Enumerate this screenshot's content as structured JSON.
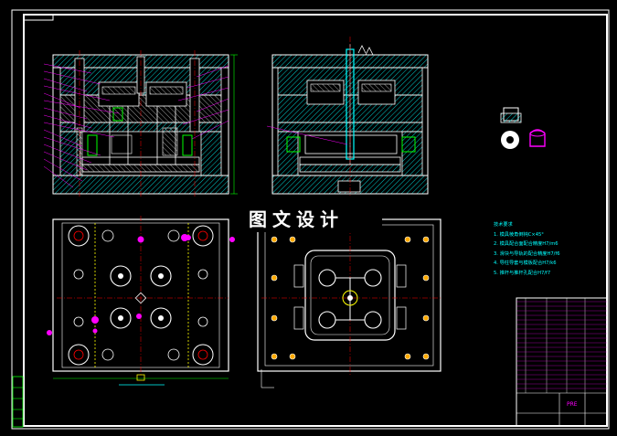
{
  "watermark": "图文设计",
  "tech_requirements": {
    "title": "技术要求",
    "items": [
      "1. 模具棱角倒钝C×45°",
      "2. 模具配合面配合精度H7/m6",
      "3. 滑块与导轨的配合精度H7/f6",
      "4. 导柱导套与模板配合H7/k6",
      "5. 推杆与推杆孔配合H7/f7"
    ]
  },
  "title_block": {
    "stamp": "PRE"
  },
  "colors": {
    "background": "#000000",
    "frame": "#ffffff",
    "outline": "#ffffff",
    "hatch": "#00ffff",
    "centerline": "#ff0000",
    "dimension": "#ff00ff",
    "accent": "#ffff00",
    "text": "#00ffff",
    "green": "#00ff00"
  }
}
